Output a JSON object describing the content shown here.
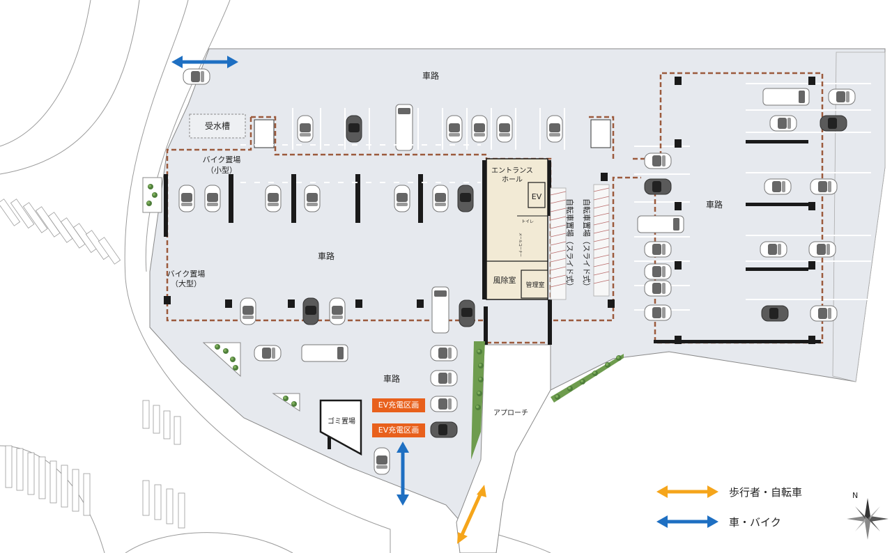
{
  "labels": {
    "road_top": "車路",
    "road_left": "車路",
    "road_right": "車路",
    "road_bottom": "車路",
    "water_tank": "受水槽",
    "bike_small": "バイク置場",
    "bike_small_sub": "（小型）",
    "bike_large": "バイク置場",
    "bike_large_sub": "（大型）",
    "entrance_hall_1": "エントランス",
    "entrance_hall_2": "ホール",
    "ev": "EV",
    "toilet": "トイレ",
    "mail": "メールコーナー",
    "windbreak": "風除室",
    "management": "管理室",
    "bicycle_1": "自転車置場（スライド式）",
    "bicycle_2": "自転車置場（スライド式）",
    "garbage": "ゴミ置場",
    "approach": "アプローチ"
  },
  "ev_charging": [
    "EV充電区画",
    "EV充電区画"
  ],
  "legend": {
    "pedestrian": "歩行者・自転車",
    "vehicle": "車・バイク"
  },
  "colors": {
    "pavement": "#e6e9ee",
    "building_wall": "#1a1a1a",
    "building_fill": "#f2ead5",
    "boundary_dash": "#9b5a3c",
    "pedestrian_arrow": "#f5a51b",
    "vehicle_arrow": "#1e6fc2",
    "ev_tag": "#e8601c",
    "greenery": "#4f7f3b"
  },
  "icons": [
    "compass-icon",
    "car-icon",
    "tree-icon"
  ]
}
